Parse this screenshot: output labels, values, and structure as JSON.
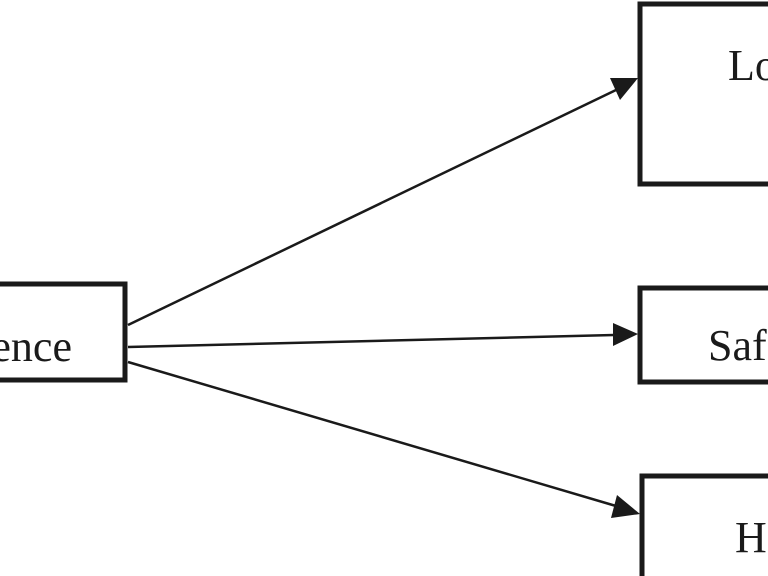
{
  "diagram": {
    "nodes": {
      "source": {
        "label": "ence"
      },
      "target_top": {
        "label": "Lo"
      },
      "target_middle": {
        "label": "Saf"
      },
      "target_bottom": {
        "label": "H"
      }
    },
    "edges": [
      {
        "from": "source",
        "to": "target_top"
      },
      {
        "from": "source",
        "to": "target_middle"
      },
      {
        "from": "source",
        "to": "target_bottom"
      }
    ],
    "colors": {
      "stroke": "#1a1a1a",
      "background": "#ffffff"
    }
  }
}
